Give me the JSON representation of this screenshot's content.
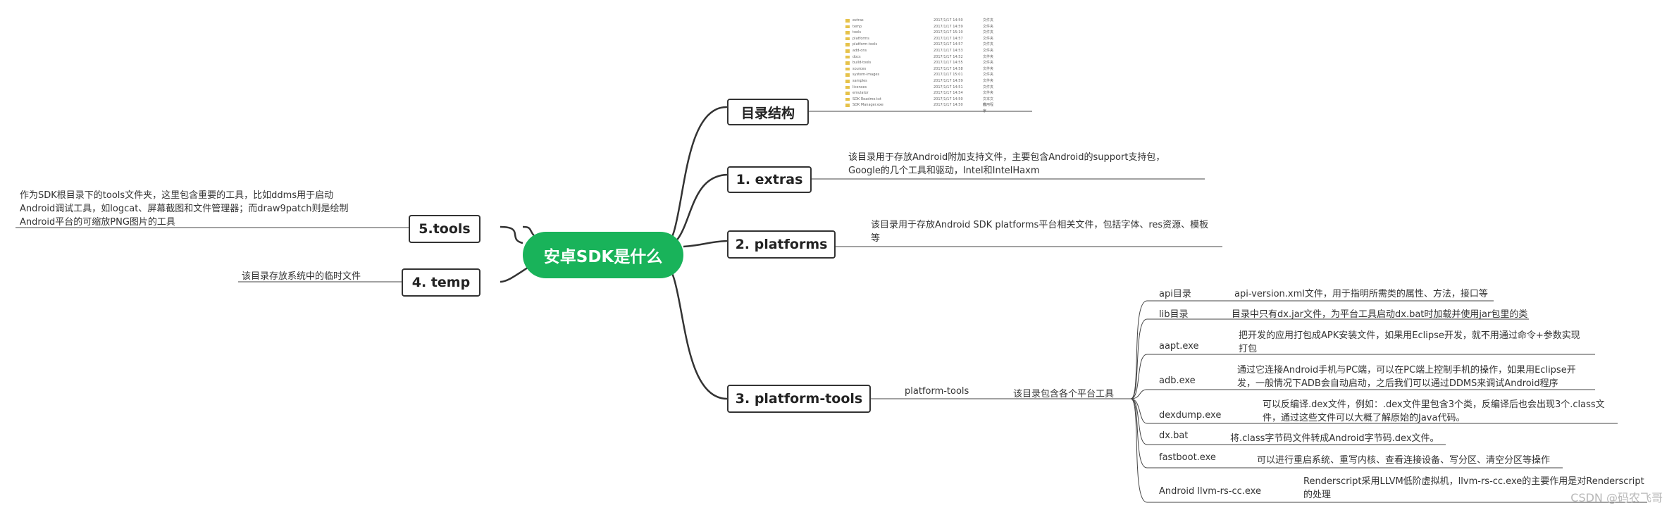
{
  "root": {
    "label": "安卓SDK是什么"
  },
  "branches": {
    "dir": {
      "label": "目录结构",
      "rows": [
        {
          "name": "extras",
          "date": "2017/1/17 14:50",
          "type": "文件夹"
        },
        {
          "name": "temp",
          "date": "2017/1/17 14:59",
          "type": "文件夹"
        },
        {
          "name": "tools",
          "date": "2017/1/17 15:10",
          "type": "文件夹"
        },
        {
          "name": "platforms",
          "date": "2017/1/17 14:57",
          "type": "文件夹"
        },
        {
          "name": "platform-tools",
          "date": "2017/1/17 14:57",
          "type": "文件夹"
        },
        {
          "name": "add-ons",
          "date": "2017/1/17 14:53",
          "type": "文件夹"
        },
        {
          "name": "docs",
          "date": "2017/1/17 14:52",
          "type": "文件夹"
        },
        {
          "name": "build-tools",
          "date": "2017/1/17 14:55",
          "type": "文件夹"
        },
        {
          "name": "sources",
          "date": "2017/1/17 14:58",
          "type": "文件夹"
        },
        {
          "name": "system-images",
          "date": "2017/1/17 15:01",
          "type": "文件夹"
        },
        {
          "name": "samples",
          "date": "2017/1/17 14:59",
          "type": "文件夹"
        },
        {
          "name": "licenses",
          "date": "2017/1/17 14:51",
          "type": "文件夹"
        },
        {
          "name": "emulator",
          "date": "2017/1/17 14:54",
          "type": "文件夹"
        },
        {
          "name": "SDK Readme.txt",
          "date": "2017/1/17 14:50",
          "type": "文本文档"
        },
        {
          "name": "SDK Manager.exe",
          "date": "2017/1/17 14:50",
          "type": "应用程序"
        }
      ]
    },
    "extras": {
      "label": "1. extras",
      "desc1": "该目录用于存放Android附加支持文件，主要包含Android的support支持包，",
      "desc2": "Google的几个工具和驱动，Intel和IntelHaxm"
    },
    "platforms": {
      "label": "2. platforms",
      "desc1": "该目录用于存放Android SDK platforms平台相关文件，包括字体、res资源、模板",
      "desc2": "等"
    },
    "platform_tools": {
      "label": "3. platform-tools",
      "sub": "platform-tools",
      "subdesc": "该目录包含各个平台工具",
      "leaves": [
        {
          "name": "api目录",
          "desc1": "api-version.xml文件，用于指明所需类的属性、方法，接口等",
          "desc2": ""
        },
        {
          "name": "lib目录",
          "desc1": "目录中只有dx.jar文件，为平台工具启动dx.bat时加载并使用jar包里的类",
          "desc2": ""
        },
        {
          "name": "aapt.exe",
          "desc1": "把开发的应用打包成APK安装文件，如果用Eclipse开发，就不用通过命令+参数实现",
          "desc2": "打包"
        },
        {
          "name": "adb.exe",
          "desc1": "通过它连接Android手机与PC端，可以在PC端上控制手机的操作，如果用Eclipse开",
          "desc2": "发，一般情况下ADB会自动启动，之后我们可以通过DDMS来调试Android程序"
        },
        {
          "name": "dexdump.exe",
          "desc1": "可以反编译.dex文件，例如：.dex文件里包含3个类，反编译后也会出现3个.class文",
          "desc2": "件，通过这些文件可以大概了解原始的Java代码。"
        },
        {
          "name": "dx.bat",
          "desc1": "将.class字节码文件转成Android字节码.dex文件。",
          "desc2": ""
        },
        {
          "name": "fastboot.exe",
          "desc1": "可以进行重启系统、重写内核、查看连接设备、写分区、清空分区等操作",
          "desc2": ""
        },
        {
          "name": "Android llvm-rs-cc.exe",
          "desc1": "Renderscript采用LLVM低阶虚拟机，llvm-rs-cc.exe的主要作用是对Renderscript",
          "desc2": "的处理"
        }
      ]
    },
    "temp": {
      "label": "4. temp",
      "desc": "该目录存放系统中的临时文件"
    },
    "tools": {
      "label": "5.tools",
      "desc1": "作为SDK根目录下的tools文件夹，这里包含重要的工具，比如ddms用于启动",
      "desc2": "Android调试工具，如logcat、屏幕截图和文件管理器；而draw9patch则是绘制",
      "desc3": "Android平台的可缩放PNG图片的工具"
    }
  },
  "watermark": "CSDN @码农飞哥",
  "colors": {
    "root": "#19b35a",
    "line": "#333333",
    "accent_line": "#555555"
  }
}
